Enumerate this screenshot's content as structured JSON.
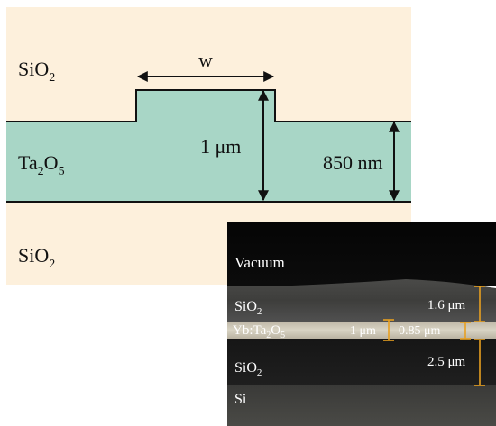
{
  "schematic": {
    "top_cladding": {
      "base": "SiO",
      "sub": "2"
    },
    "core": {
      "base1": "Ta",
      "sub1": "2",
      "base2": "O",
      "sub2": "5"
    },
    "bottom_cladding": {
      "base": "SiO",
      "sub": "2"
    },
    "width_label": "w",
    "rib_height": {
      "value": "1",
      "unit": "μm"
    },
    "slab_height": "850 nm",
    "colors": {
      "cladding": "#fdf0dc",
      "core": "#a8d6c6",
      "line": "#111111"
    }
  },
  "micrograph": {
    "vacuum": "Vacuum",
    "upper_oxide": {
      "base": "SiO",
      "sub": "2"
    },
    "core": {
      "prefix": "Yb:Ta",
      "sub1": "2",
      "mid": "O",
      "sub2": "5"
    },
    "lower_oxide": {
      "base": "SiO",
      "sub": "2"
    },
    "substrate": "Si",
    "upper_thickness": "1.6 μm",
    "core_total": "1 μm",
    "core_slab": "0.85 μm",
    "lower_thickness": "2.5 μm",
    "colors": {
      "annotation": "#e8a020",
      "text": "#ffffff"
    }
  }
}
